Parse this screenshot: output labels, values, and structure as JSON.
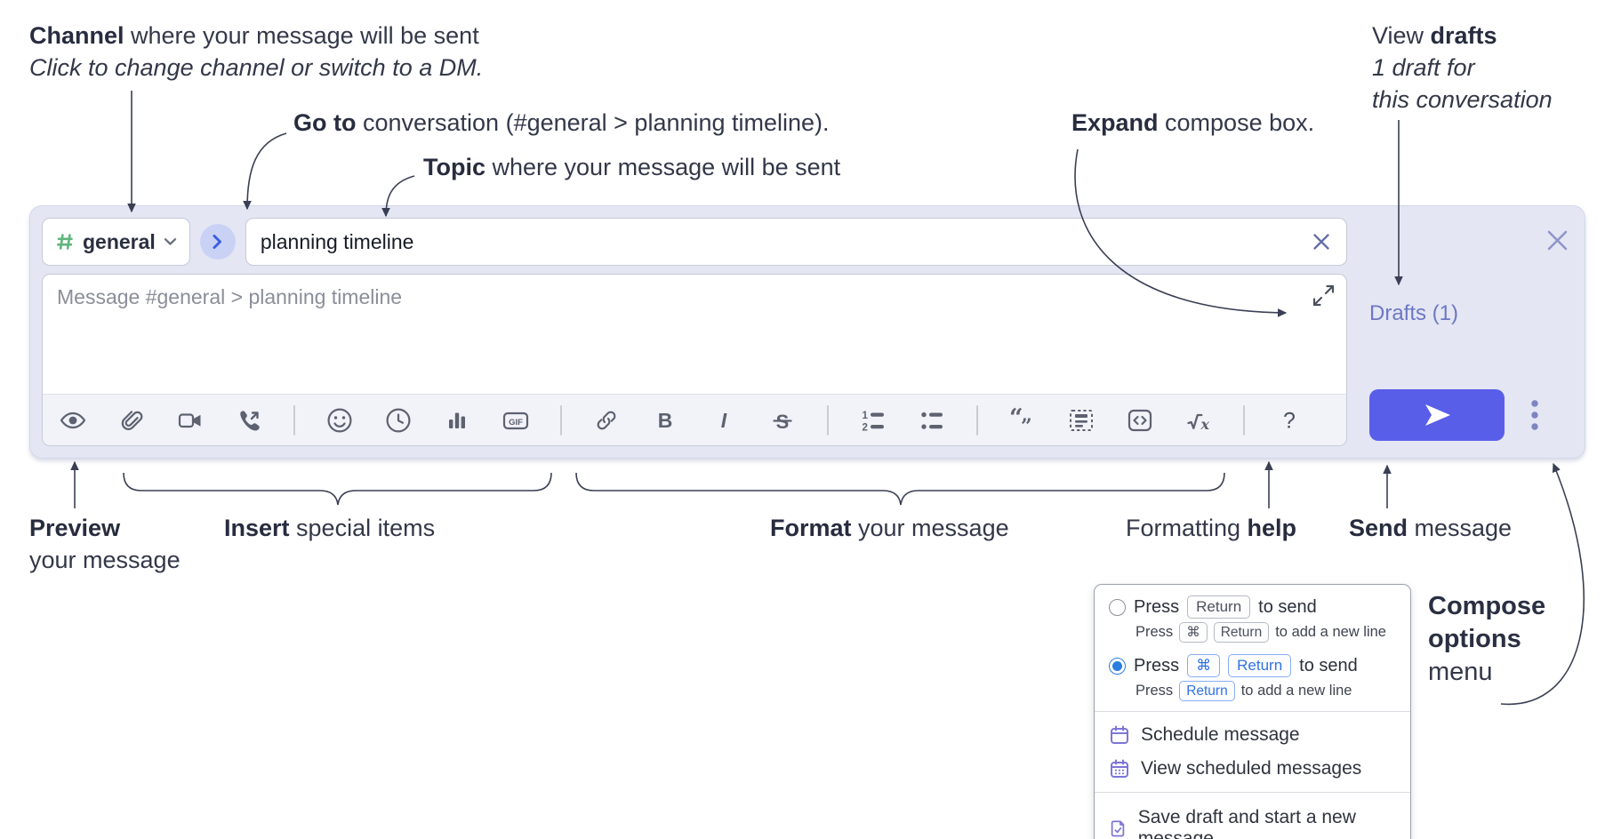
{
  "ann": {
    "channel": {
      "b": "Channel",
      "r": " where your message will be sent",
      "i": "Click to change channel or switch to a DM."
    },
    "goto": {
      "b": "Go to",
      "r": " conversation (#general > planning timeline)."
    },
    "topic": {
      "b": "Topic",
      "r": " where your message will be sent"
    },
    "expand": {
      "b": "Expand",
      "r": " compose box."
    },
    "drafts": {
      "r1": "View ",
      "b1": "drafts",
      "i1": "1 draft for",
      "i2": "this conversation"
    },
    "preview": {
      "b": "Preview",
      "l2": "your message"
    },
    "insert": {
      "b": "Insert",
      "r": " special items"
    },
    "format": {
      "b": "Format",
      "r": " your message"
    },
    "help": {
      "r": "Formatting ",
      "b": "help"
    },
    "send": {
      "b": "Send",
      "r": " message"
    },
    "options": {
      "l1": "Compose",
      "l2": "options",
      "l3": "menu"
    }
  },
  "compose": {
    "channel_name": "general",
    "topic_value": "planning timeline",
    "message_placeholder": "Message #general > planning timeline",
    "drafts_label": "Drafts (1)",
    "gif_label": "GIF",
    "toolbar_icons": [
      "preview-eye",
      "attach-file",
      "video-call",
      "voice-call",
      "divider",
      "emoji",
      "time",
      "poll",
      "gif",
      "divider",
      "link",
      "bold",
      "italic",
      "strikethrough",
      "divider",
      "numbered-list",
      "bulleted-list",
      "divider",
      "quote",
      "spoiler",
      "code",
      "math",
      "divider",
      "help"
    ]
  },
  "menu": {
    "opt1": {
      "press": "Press",
      "key": "Return",
      "after": "to send",
      "sub_press": "Press",
      "sub_key1": "⌘",
      "sub_key2": "Return",
      "sub_after": "to add a new line"
    },
    "opt2": {
      "press": "Press",
      "key1": "⌘",
      "key2": "Return",
      "after": "to send",
      "sub_press": "Press",
      "sub_key": "Return",
      "sub_after": "to add a new line"
    },
    "schedule": "Schedule message",
    "view_scheduled": "View scheduled messages",
    "save_draft": "Save draft and start a new message"
  },
  "colors": {
    "container_bg": "#e4e6f3",
    "send_accent": "#595ee9",
    "drafts_link": "#6d77c4",
    "hash_green": "#5fb57e",
    "go_circle_bg": "#c9d2f5",
    "go_chevron": "#3b5fe0",
    "radio_selected": "#2b7de0",
    "menu_icon_purple": "#7d75d9",
    "toolbar_icon": "#5d6270",
    "annotation_text": "#333849"
  }
}
